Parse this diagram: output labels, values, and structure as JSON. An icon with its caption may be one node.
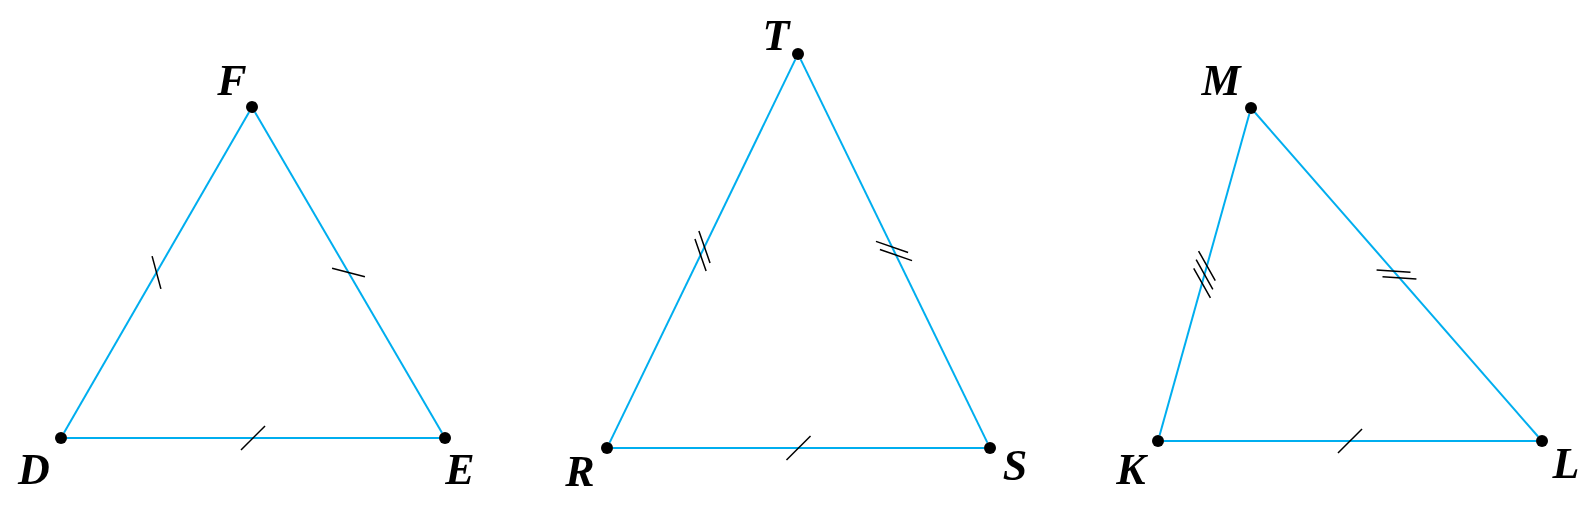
{
  "diagram": {
    "nodes": [
      {
        "text": [],
        "shape": "circle",
        "beside": [
          "F"
        ]
      },
      {
        "text": [],
        "shape": "circle",
        "beside": [
          "D"
        ]
      },
      {
        "text": [],
        "shape": "circle",
        "beside": [
          "E"
        ]
      },
      {
        "text": [],
        "shape": "circle",
        "beside": [
          "T"
        ]
      },
      {
        "text": [],
        "shape": "circle",
        "beside": [
          "R"
        ]
      },
      {
        "text": [],
        "shape": "circle",
        "beside": [
          "S"
        ]
      },
      {
        "text": [],
        "shape": "circle",
        "beside": [
          "M"
        ]
      },
      {
        "text": [],
        "shape": "circle",
        "beside": [
          "K"
        ]
      },
      {
        "text": [],
        "shape": "circle",
        "beside": [
          "L"
        ]
      }
    ],
    "edges": [
      {
        "from": 1,
        "to": 0,
        "arrow": "none"
      },
      {
        "from": 0,
        "to": 2,
        "arrow": "none"
      },
      {
        "from": 1,
        "to": 2,
        "arrow": "none"
      },
      {
        "from": 4,
        "to": 3,
        "arrow": "none"
      },
      {
        "from": 3,
        "to": 5,
        "arrow": "none"
      },
      {
        "from": 4,
        "to": 5,
        "arrow": "none"
      },
      {
        "from": 7,
        "to": 6,
        "arrow": "none"
      },
      {
        "from": 6,
        "to": 8,
        "arrow": "none"
      },
      {
        "from": 7,
        "to": 8,
        "arrow": "none"
      }
    ]
  }
}
